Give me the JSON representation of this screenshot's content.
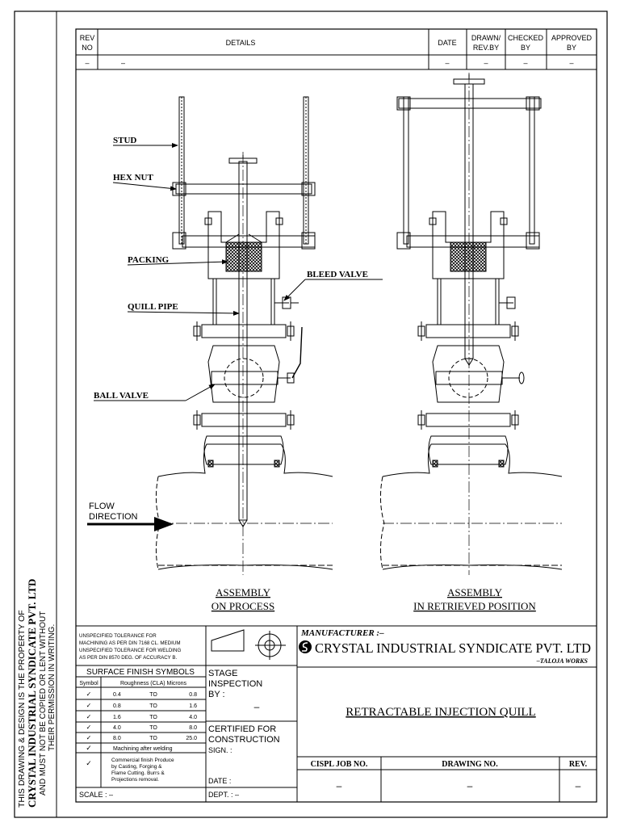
{
  "revision_table": {
    "headers": {
      "rev": [
        "REV",
        "NO"
      ],
      "details": "DETAILS",
      "date": "DATE",
      "drawn": [
        "DRAWN/",
        "REV.BY"
      ],
      "checked": [
        "CHECKED",
        "BY"
      ],
      "approved": [
        "APPROVED",
        "BY"
      ]
    },
    "row": {
      "rev": "–",
      "details": "–",
      "date": "–",
      "drawn": "–",
      "checked": "–",
      "approved": "–"
    }
  },
  "labels": {
    "stud": "STUD",
    "hex_nut": "HEX NUT",
    "packing": "PACKING",
    "bleed_valve": "BLEED VALVE",
    "quill_pipe": "QUILL PIPE",
    "ball_valve": "BALL VALVE",
    "flow_direction": [
      "FLOW",
      "DIRECTION"
    ]
  },
  "captions": {
    "left": [
      "ASSEMBLY",
      "ON PROCESS"
    ],
    "right": [
      "ASSEMBLY",
      "IN RETRIEVED POSITION"
    ]
  },
  "side_note": [
    "THIS DRAWING & DESIGN IS THE PROPERTY OF",
    "CRYSTAL INDUSTRIAL SYNDICATE PVT. LTD",
    "AND MUST NOT BE COPIED OR LENT WITHOUT",
    "THEIR PERMISSION IN WRITING."
  ],
  "title_block": {
    "tolerance": [
      "UNSPECIFIED TOLERANCE FOR",
      "MACHINING AS PER DIN 7168 CL. MEDIUM",
      "UNSPECIFIED TOLERANCE FOR WELDING",
      "AS PER DIN 8570 DEG. OF ACCURACY B."
    ],
    "surface_finish_title": "SURFACE FINISH SYMBOLS",
    "surface_finish_headers": [
      "Symbol",
      "Roughness (CLA) Microns"
    ],
    "surface_finish_rows": [
      [
        "0.4",
        "TO",
        "0.8"
      ],
      [
        "0.8",
        "TO",
        "1.6"
      ],
      [
        "1.6",
        "TO",
        "4.0"
      ],
      [
        "4.0",
        "TO",
        "8.0"
      ],
      [
        "8.0",
        "TO",
        "25.0"
      ]
    ],
    "machining_note": "Machining after welding",
    "commercial_note": [
      "Commercial finish Produce",
      "by Casting, Forging &",
      "Flame Cutting. Burrs &",
      "Projections removal."
    ],
    "scale": "SCALE : –",
    "stage_inspection": [
      "STAGE",
      "INSPECTION",
      "BY :"
    ],
    "stage_dash": "–",
    "certified": [
      "CERTIFIED FOR",
      "CONSTRUCTION",
      "SIGN. :"
    ],
    "date": "DATE :",
    "dept": "DEPT. : –",
    "manufacturer_label": "MANUFACTURER :–",
    "company": "CRYSTAL INDUSTRIAL SYNDICATE PVT. LTD",
    "works": "–TALOJA WORKS",
    "drawing_title": "RETRACTABLE INJECTION QUILL",
    "job_no_label": "CISPL JOB NO.",
    "drawing_no_label": "DRAWING NO.",
    "rev_label": "REV.",
    "job_no": "–",
    "drawing_no": "–",
    "rev": "–"
  }
}
